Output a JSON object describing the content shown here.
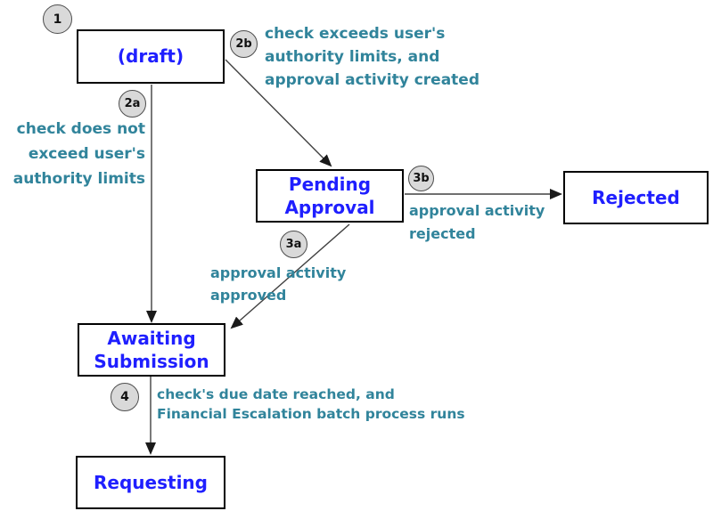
{
  "diagram": {
    "type": "state-transition-flowchart",
    "states": {
      "draft": {
        "lines": [
          "(draft)"
        ]
      },
      "pending_approval": {
        "lines": [
          "Pending",
          "Approval"
        ]
      },
      "rejected": {
        "lines": [
          "Rejected"
        ]
      },
      "awaiting_submission": {
        "lines": [
          "Awaiting",
          "Submission"
        ]
      },
      "requesting": {
        "lines": [
          "Requesting"
        ]
      }
    },
    "badges": {
      "step1": "1",
      "step2a": "2a",
      "step2b": "2b",
      "step3a": "3a",
      "step3b": "3b",
      "step4": "4"
    },
    "conditions": {
      "c2b": {
        "lines": [
          "check exceeds user's",
          "authority limits, and",
          "approval activity created"
        ]
      },
      "c2a": {
        "lines": [
          "check does not",
          "exceed user's",
          "authority limits"
        ]
      },
      "c3b": {
        "lines": [
          "approval activity",
          "rejected"
        ]
      },
      "c3a": {
        "lines": [
          "approval activity",
          "approved"
        ]
      },
      "c4": {
        "lines": [
          "check's due date reached, and",
          "Financial Escalation batch process runs"
        ]
      }
    },
    "edges": [
      {
        "badge": "1",
        "to": "(draft)"
      },
      {
        "badge": "2a",
        "from": "(draft)",
        "to": "Awaiting Submission",
        "condition_ref": "c2a"
      },
      {
        "badge": "2b",
        "from": "(draft)",
        "to": "Pending Approval",
        "condition_ref": "c2b"
      },
      {
        "badge": "3a",
        "from": "Pending Approval",
        "to": "Awaiting Submission",
        "condition_ref": "c3a"
      },
      {
        "badge": "3b",
        "from": "Pending Approval",
        "to": "Rejected",
        "condition_ref": "c3b"
      },
      {
        "badge": "4",
        "from": "Awaiting Submission",
        "to": "Requesting",
        "condition_ref": "c4"
      }
    ],
    "colors": {
      "state_text": "#1F1FFF",
      "condition_text": "#31849B",
      "badge_fill": "#D9D9D9",
      "badge_border": "#4D4D4D",
      "box_border": "#000000",
      "connector": "#404040"
    }
  }
}
